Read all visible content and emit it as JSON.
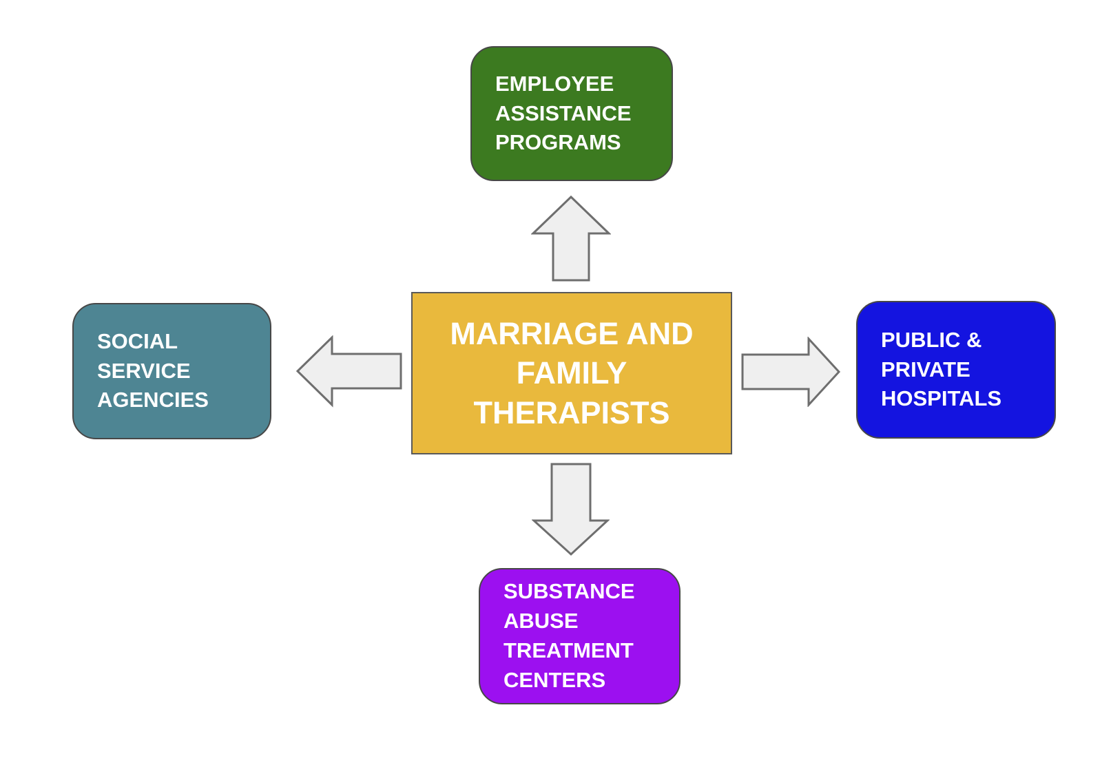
{
  "colors": {
    "background": "#FFFFFF",
    "text": "#FFFFFF",
    "arrow_fill": "#EFEFEF",
    "arrow_stroke": "#6E6E6E",
    "node_border": "#474747",
    "center_border": "#595959"
  },
  "diagram": {
    "type": "hub-and-spoke",
    "center": {
      "label": "MARRIAGE AND\nFAMILY\nTHERAPISTS",
      "color": "#E9B93D"
    },
    "nodes": {
      "top": {
        "label": "EMPLOYEE\nASSISTANCE\nPROGRAMS",
        "color": "#3C7A20"
      },
      "left": {
        "label": "SOCIAL\nSERVICE\nAGENCIES",
        "color": "#4E8593"
      },
      "right": {
        "label": "PUBLIC &\nPRIVATE\nHOSPITALS",
        "color": "#1414E0"
      },
      "bottom": {
        "label": "SUBSTANCE\nABUSE\nTREATMENT\nCENTERS",
        "color": "#9C10F0"
      }
    },
    "arrows": [
      {
        "from": "center",
        "to": "top",
        "direction": "up"
      },
      {
        "from": "center",
        "to": "left",
        "direction": "left"
      },
      {
        "from": "center",
        "to": "right",
        "direction": "right"
      },
      {
        "from": "center",
        "to": "bottom",
        "direction": "down"
      }
    ]
  }
}
